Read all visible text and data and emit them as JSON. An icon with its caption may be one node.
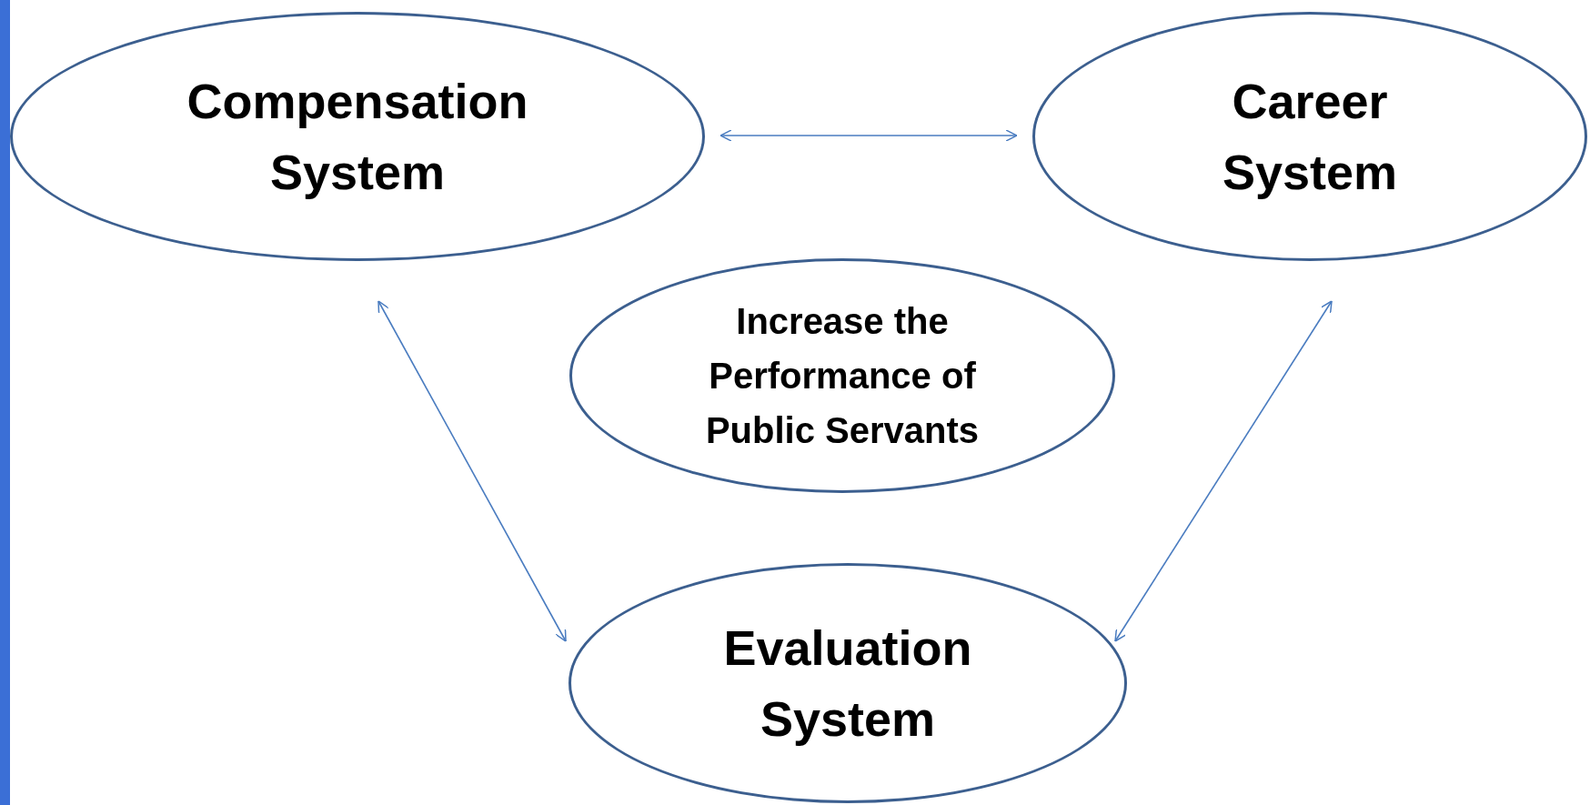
{
  "diagram": {
    "nodes": [
      {
        "text": [
          "Compensation System"
        ]
      },
      {
        "text": [
          "Career System"
        ]
      },
      {
        "text": [
          "Increase the Performance of Public Servants"
        ]
      },
      {
        "text": [
          "Evaluation System"
        ]
      }
    ],
    "edges": [
      {
        "from": 0,
        "to": 1,
        "arrow": "both"
      },
      {
        "from": 0,
        "to": 3,
        "arrow": "both"
      },
      {
        "from": 1,
        "to": 3,
        "arrow": "both"
      }
    ]
  }
}
